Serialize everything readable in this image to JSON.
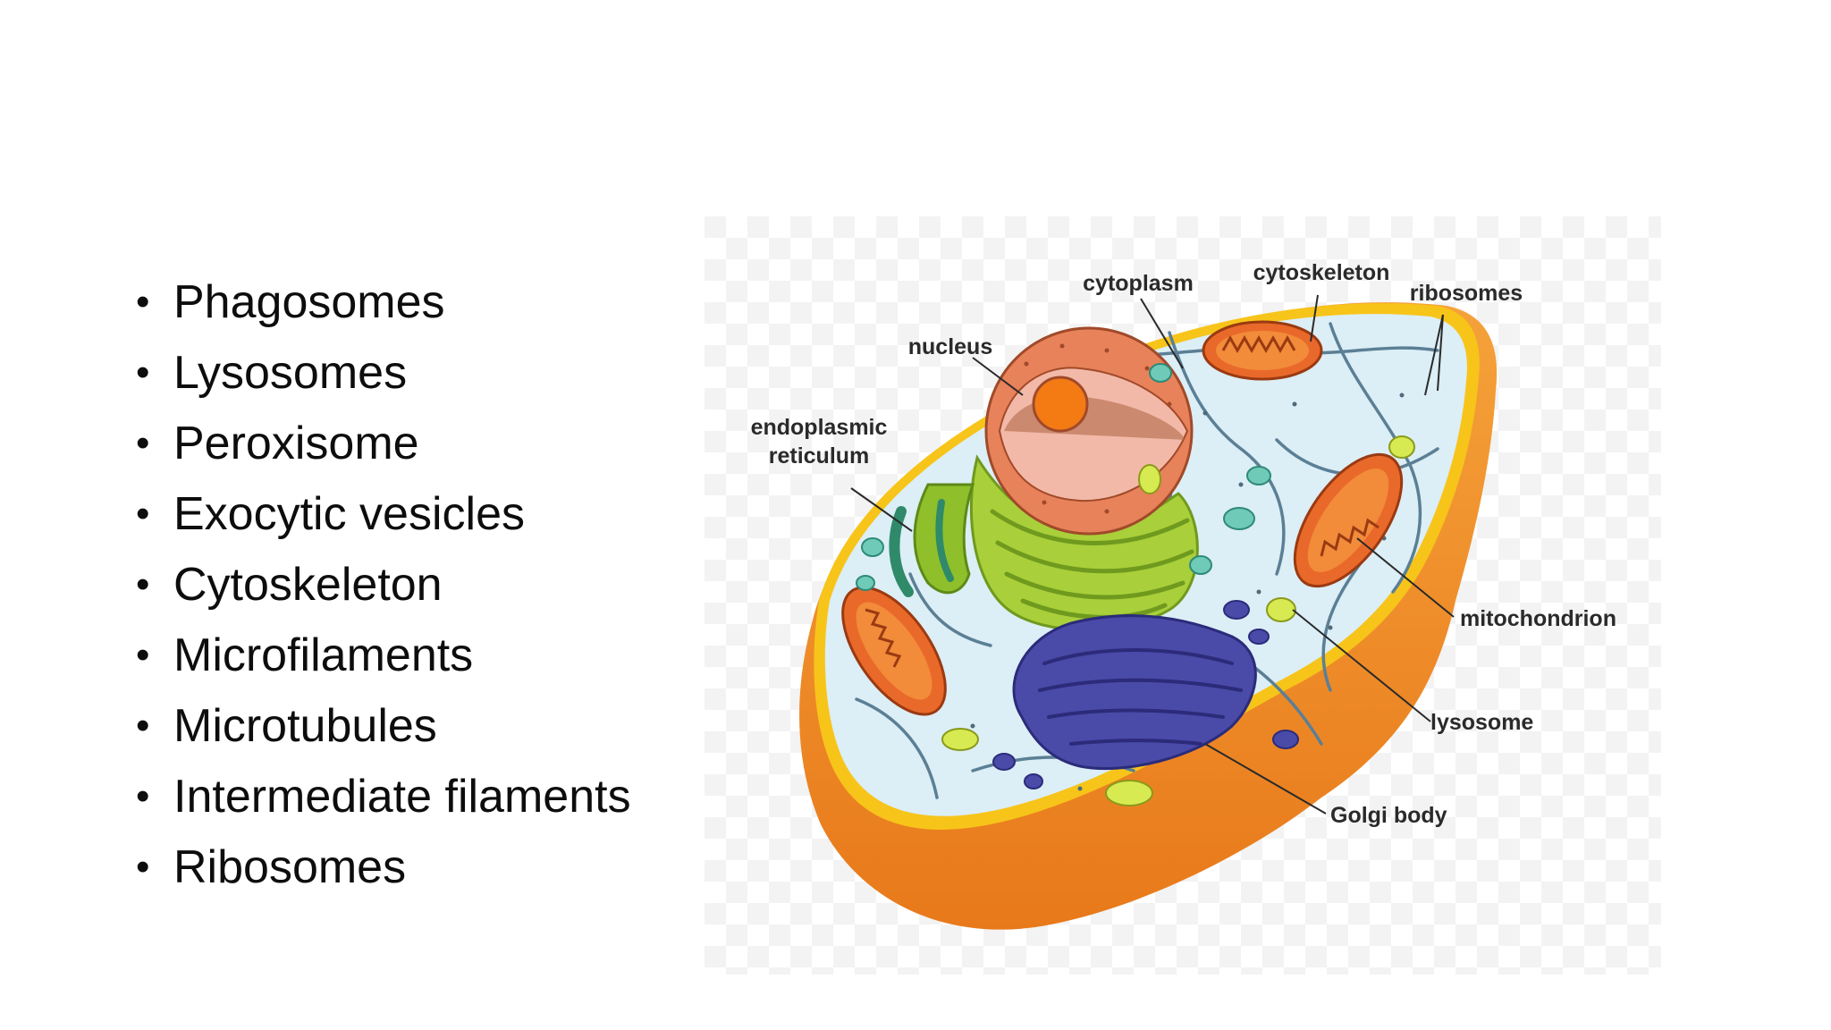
{
  "bullets": [
    "Phagosomes",
    "Lysosomes",
    "Peroxisome",
    "Exocytic vesicles",
    "Cytoskeleton",
    "Microfilaments",
    "Microtubules",
    "Intermediate filaments",
    "Ribosomes"
  ],
  "bullet_glyph": "•",
  "diagram": {
    "labels": {
      "cytoplasm": "cytoplasm",
      "cytoskeleton": "cytoskeleton",
      "ribosomes": "ribosomes",
      "nucleus": "nucleus",
      "er_line1": "endoplasmic",
      "er_line2": "reticulum",
      "mitochondrion": "mitochondrion",
      "lysosome": "lysosome",
      "golgi": "Golgi body"
    },
    "colors": {
      "membrane": "#f08a1c",
      "membrane_rim": "#f7c41a",
      "cytoplasm": "#dceef6",
      "nucleus": "#e8825a",
      "nucleolus": "#f47a14",
      "er": "#a9cf3a",
      "golgi": "#4a4aa8",
      "mitochondrion": "#e9692a",
      "lysosome": "#d7ea52",
      "filament": "#5b7f95"
    }
  }
}
